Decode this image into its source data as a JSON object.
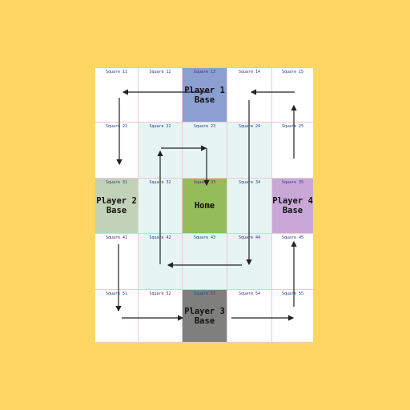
{
  "board": {
    "cells": [
      {
        "id": "11",
        "label": "Square 11",
        "name": "",
        "color": "#ffffff"
      },
      {
        "id": "12",
        "label": "Square 12",
        "name": "",
        "color": "#ffffff"
      },
      {
        "id": "13",
        "label": "Square 13",
        "name": "Player 1\nBase",
        "color": "#8b9fd1"
      },
      {
        "id": "14",
        "label": "Square 14",
        "name": "",
        "color": "#ffffff"
      },
      {
        "id": "15",
        "label": "Square 15",
        "name": "",
        "color": "#ffffff"
      },
      {
        "id": "21",
        "label": "Square 21",
        "name": "",
        "color": "#ffffff"
      },
      {
        "id": "22",
        "label": "Square 22",
        "name": "",
        "color": "#e6f4f4"
      },
      {
        "id": "23",
        "label": "Square 23",
        "name": "",
        "color": "#e6f4f4"
      },
      {
        "id": "24",
        "label": "Square 24",
        "name": "",
        "color": "#e6f4f4"
      },
      {
        "id": "25",
        "label": "Square 25",
        "name": "",
        "color": "#ffffff"
      },
      {
        "id": "31",
        "label": "Square 31",
        "name": "Player 2\nBase",
        "color": "#c2d2b8"
      },
      {
        "id": "32",
        "label": "Square 32",
        "name": "",
        "color": "#e6f4f4"
      },
      {
        "id": "33",
        "label": "Square 33",
        "name": "Home",
        "color": "#94bc5a"
      },
      {
        "id": "34",
        "label": "Square 34",
        "name": "",
        "color": "#e6f4f4"
      },
      {
        "id": "35",
        "label": "Square 35",
        "name": "Player 4\nBase",
        "color": "#c9a8d8"
      },
      {
        "id": "41",
        "label": "Square 41",
        "name": "",
        "color": "#ffffff"
      },
      {
        "id": "42",
        "label": "Square 42",
        "name": "",
        "color": "#e6f4f4"
      },
      {
        "id": "43",
        "label": "Square 43",
        "name": "",
        "color": "#e6f4f4"
      },
      {
        "id": "44",
        "label": "Square 44",
        "name": "",
        "color": "#e6f4f4"
      },
      {
        "id": "45",
        "label": "Square 45",
        "name": "",
        "color": "#ffffff"
      },
      {
        "id": "51",
        "label": "Square 51",
        "name": "",
        "color": "#ffffff"
      },
      {
        "id": "52",
        "label": "Square 52",
        "name": "",
        "color": "#ffffff"
      },
      {
        "id": "53",
        "label": "Square 53",
        "name": "Player 3\nBase",
        "color": "#7f807e"
      },
      {
        "id": "54",
        "label": "Square 54",
        "name": "",
        "color": "#ffffff"
      },
      {
        "id": "55",
        "label": "Square 55",
        "name": "",
        "color": "#ffffff"
      }
    ],
    "arrow_color": "#222222",
    "background": "#FFD662"
  }
}
